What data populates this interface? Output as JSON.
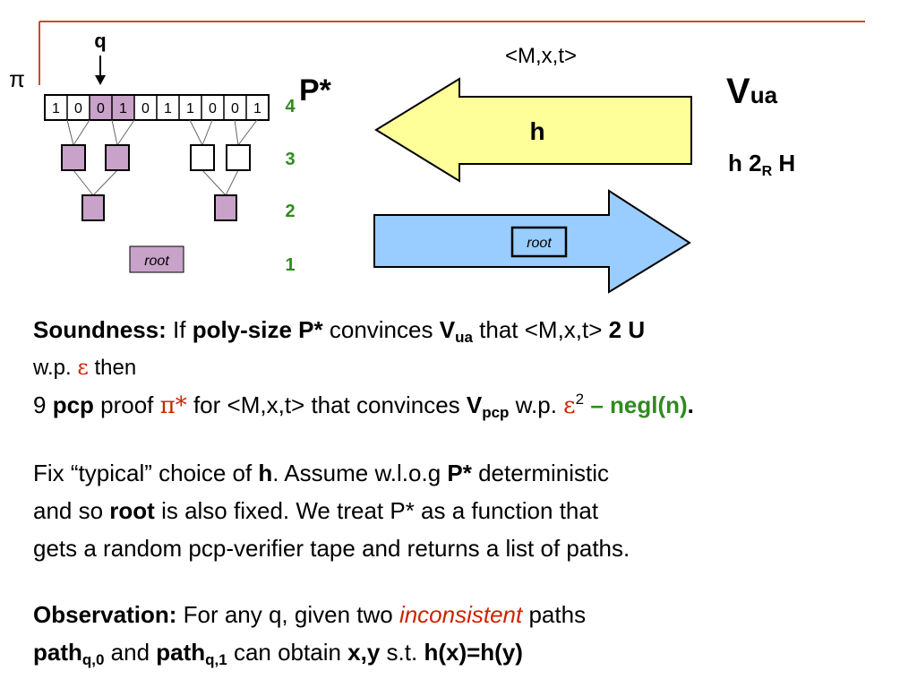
{
  "diagram": {
    "pi_label": "π",
    "q_label": "q",
    "bits": [
      "1",
      "0",
      "0",
      "1",
      "0",
      "1",
      "1",
      "0",
      "0",
      "1"
    ],
    "highlight_bits": [
      2,
      3
    ],
    "root_label": "root",
    "levels": [
      "4",
      "3",
      "2",
      "1"
    ],
    "prover": "P*",
    "message_in": "<M,x,t>",
    "hash_label": "h",
    "arrow_root_label": "root",
    "verifier_main": "V",
    "verifier_sub": "ua",
    "h_membership": {
      "pre": "h 2",
      "sub": "R",
      "post": " H"
    }
  },
  "soundness": {
    "label": "Soundness:",
    "t1": " If ",
    "polysize": "poly-size P*",
    "t2": " convinces ",
    "v": "V",
    "v_sub": "ua",
    "t3": "  that <M,x,t> ",
    "member": "2 U",
    "line2_a": "w.p. ",
    "eps": "ε",
    "line2_b": " then",
    "line3_a": "9 ",
    "pcp": "pcp",
    "line3_b": " proof ",
    "pistar": "π*",
    "line3_c": " for <M,x,t> that convinces ",
    "v2": "V",
    "v2_sub": "pcp",
    "line3_d": " w.p. ",
    "eps2": "ε",
    "eps2_sup": "2",
    "negl": " – negl(n)",
    "period": "."
  },
  "fix": {
    "l1a": "Fix “typical” choice of ",
    "l1b": "h",
    "l1c": ". Assume w.l.o.g ",
    "l1d": "P*",
    "l1e": " deterministic",
    "l2a": "and so ",
    "l2b": "root",
    "l2c": " is also fixed. We treat P* as a function that",
    "l3": "gets a random pcp-verifier tape and returns a list of paths."
  },
  "observation": {
    "label": "Observation:",
    "t1": " For any q, given two ",
    "inconsistent": "inconsistent",
    "t2": " paths",
    "path": "path",
    "path0_sub": "q,0",
    "and": " and ",
    "path1_sub": "q,1",
    "t3": " can obtain ",
    "xy": "x,y",
    "t4": " s.t. ",
    "hxy": "h(x)=h(y)"
  },
  "colors": {
    "accent_line": "#cc4b2c",
    "node_fill": "#c8a2c8",
    "level_green": "#2e8b1e",
    "arrow_left_fill": "#ffff99",
    "arrow_right_fill": "#99ccff"
  }
}
